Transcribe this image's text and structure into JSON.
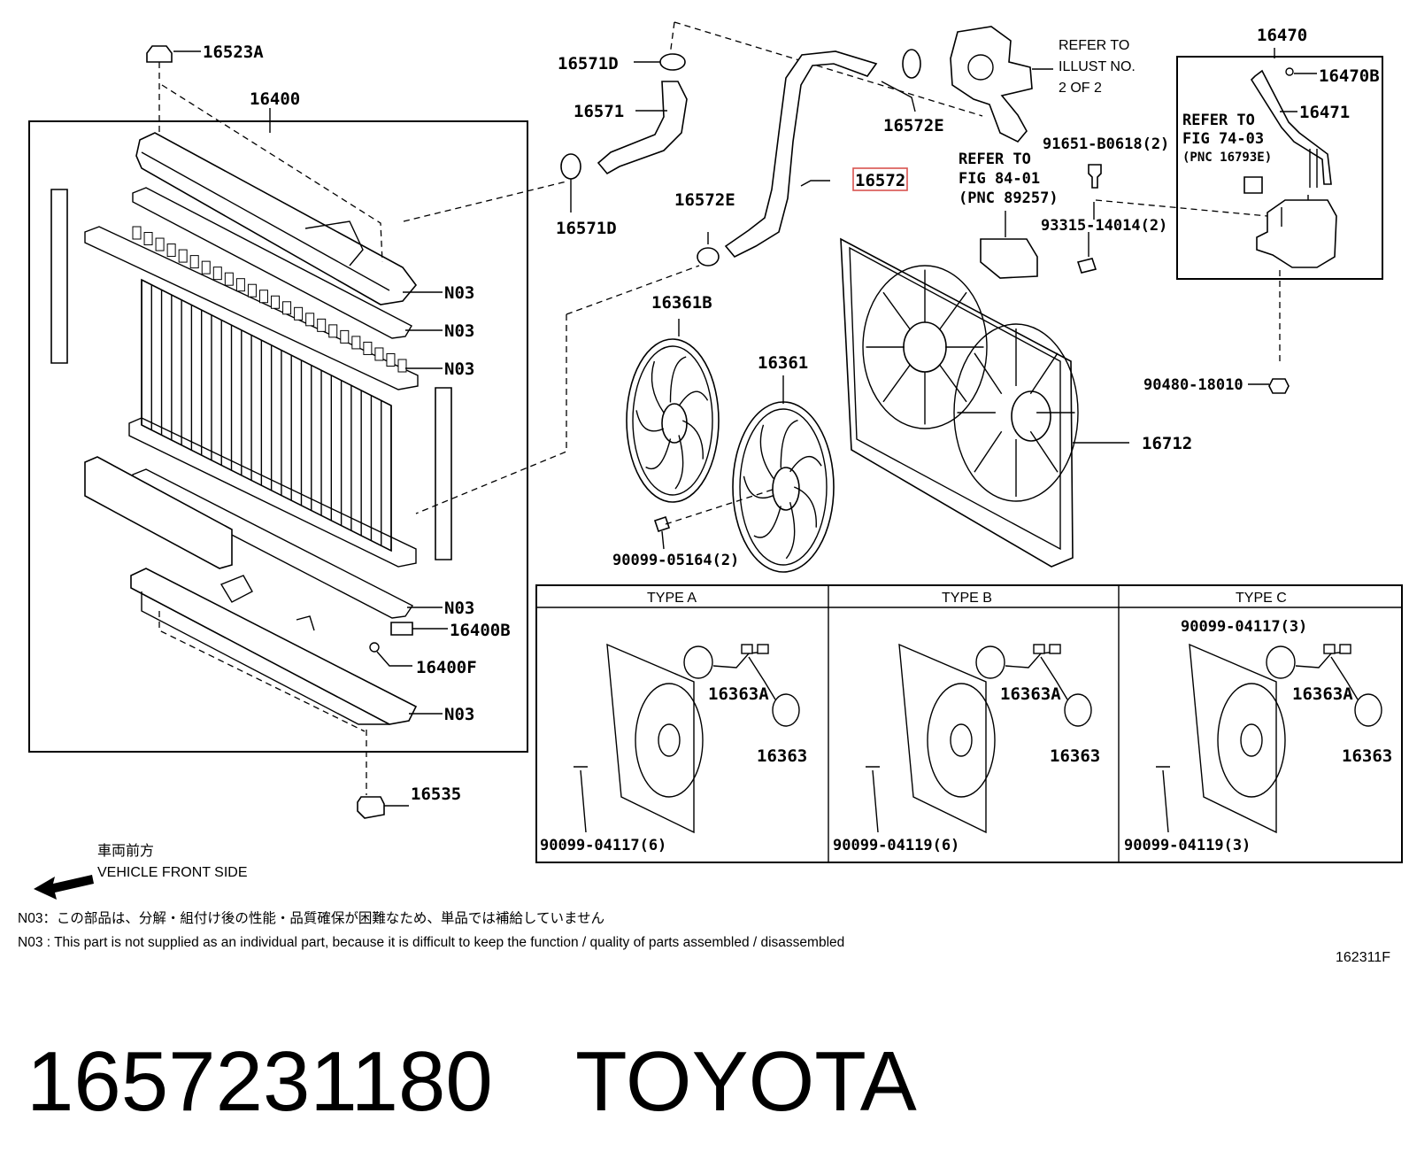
{
  "labels": {
    "p16523A": "16523A",
    "p16400": "16400",
    "n03": "N03",
    "p16400B": "16400B",
    "p16400F": "16400F",
    "p16535": "16535",
    "p16571D": "16571D",
    "p16571": "16571",
    "p16572E": "16572E",
    "p16572": "16572",
    "p16361B": "16361B",
    "p16361": "16361",
    "p90099_05164": "90099-05164(2)",
    "p16712": "16712",
    "p91651": "91651-B0618(2)",
    "p93315": "93315-14014(2)",
    "p90480": "90480-18010",
    "p16470": "16470",
    "p16470B": "16470B",
    "p16471": "16471",
    "p16363A": "16363A",
    "p16363": "16363",
    "p90099_04117_3": "90099-04117(3)",
    "p90099_04117_6": "90099-04117(6)",
    "p90099_04119_6": "90099-04119(6)",
    "p90099_04119_3": "90099-04119(3)"
  },
  "refs": {
    "illust_line1": "REFER TO",
    "illust_line2": "ILLUST NO.",
    "illust_line3": "2 OF 2",
    "fig84_line1": "REFER TO",
    "fig84_line2": "FIG 84-01",
    "fig84_line3": "(PNC 89257)",
    "fig74_line1": "REFER TO",
    "fig74_line2": "FIG 74-03",
    "fig74_line3": "(PNC 16793E)"
  },
  "types": {
    "type_a": "TYPE  A",
    "type_b": "TYPE  B",
    "type_c": "TYPE  C"
  },
  "front": {
    "jp": "車両前方",
    "en": "VEHICLE FRONT SIDE"
  },
  "notes": {
    "jp": "N03：この部品は、分解・組付け後の性能・品質確保が困難なため、単品では補給していません",
    "en": "N03 : This part is not supplied as an individual part, because it is difficult to keep the function / quality of parts assembled / disassembled"
  },
  "figure_code": "162311F",
  "footer": {
    "part_number": "1657231180",
    "brand": "TOYOTA"
  },
  "highlight": {
    "part": "16572",
    "color": "#d9534f"
  }
}
